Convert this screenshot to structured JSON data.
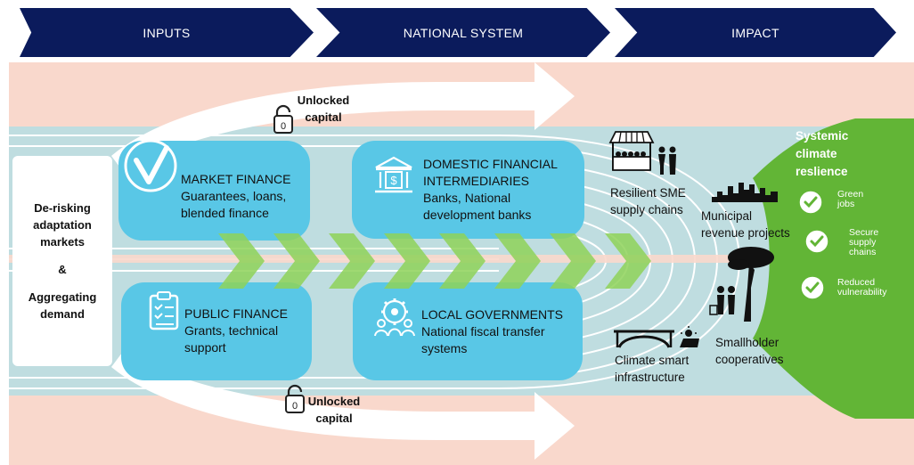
{
  "header": {
    "stages": [
      "INPUTS",
      "NATIONAL SYSTEM",
      "IMPACT"
    ]
  },
  "left_box": {
    "line1": "De-risking",
    "line2": "adaptation",
    "line3": "markets",
    "amp": "&",
    "line4": "Aggregating",
    "line5": "demand"
  },
  "unlocked_top": {
    "line1": "Unlocked",
    "line2": "capital"
  },
  "unlocked_bottom": {
    "line1": "Unlocked",
    "line2": "capital"
  },
  "market_finance": {
    "title": "MARKET FINANCE",
    "line1": "Guarantees, loans,",
    "line2": "blended finance"
  },
  "public_finance": {
    "title": "PUBLIC FINANCE",
    "line1": "Grants, technical",
    "line2": "support"
  },
  "domestic": {
    "title1": "DOMESTIC FINANCIAL",
    "title2": "INTERMEDIARIES",
    "line1": "Banks, National",
    "line2": "development banks"
  },
  "local_gov": {
    "title": "LOCAL GOVERNMENTS",
    "line1": "National fiscal transfer",
    "line2": "systems"
  },
  "impacts": {
    "sme": {
      "line1": "Resilient SME",
      "line2": "supply chains"
    },
    "municipal": {
      "line1": "Municipal",
      "line2": "revenue projects"
    },
    "infra": {
      "line1": "Climate smart",
      "line2": "infrastructure"
    },
    "smallholder": {
      "line1": "Smallholder",
      "line2": "cooperatives"
    }
  },
  "resilience": {
    "title1": "Systemic",
    "title2": "climate",
    "title3": "reslience",
    "benefits": [
      {
        "line1": "Green",
        "line2": "jobs",
        "line3": ""
      },
      {
        "line1": "Secure",
        "line2": "supply",
        "line3": "chains"
      },
      {
        "line1": "Reduced",
        "line2": "vulnerability",
        "line3": ""
      }
    ]
  },
  "colors": {
    "navy": "#0b1b5c",
    "pink_bg": "#f9d8cc",
    "teal_band": "#bfdde0",
    "pill_blue": "#59c7e6",
    "chevron_green": "#8fd35a",
    "resilience_green": "#62b536"
  }
}
